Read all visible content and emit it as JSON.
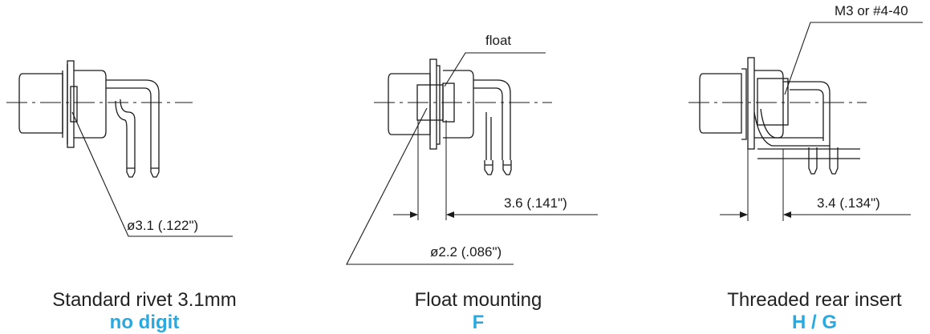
{
  "accent_color": "#29a9e0",
  "panels": [
    {
      "dimension": "ø3.1 (.122\")",
      "title": "Standard rivet 3.1mm",
      "code": "no digit"
    },
    {
      "float_label": "float",
      "dimension_length": "3.6 (.141\")",
      "dimension_diameter": "ø2.2 (.086\")",
      "title": "Float mounting",
      "code": "F"
    },
    {
      "thread_label": "M3 or #4-40",
      "dimension_length": "3.4 (.134\")",
      "title": "Threaded rear insert",
      "code": "H / G"
    }
  ]
}
